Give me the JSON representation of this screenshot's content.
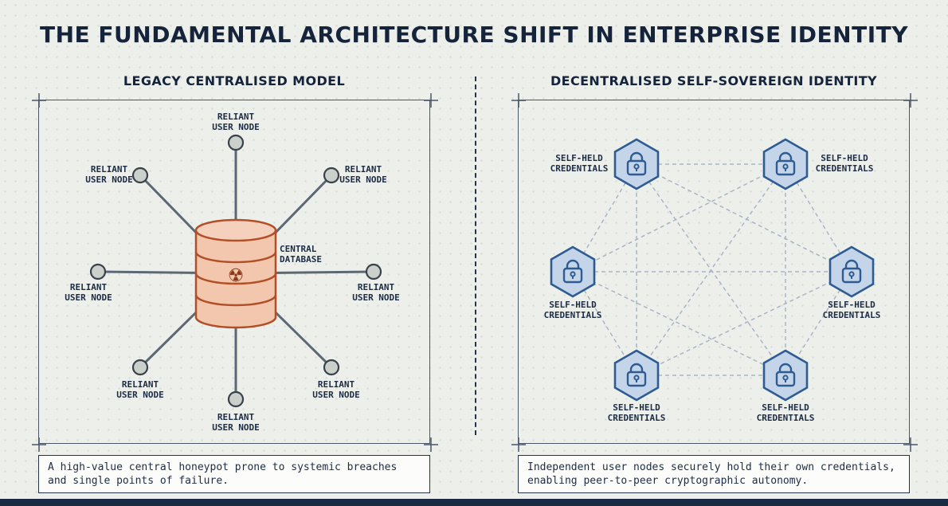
{
  "title": "THE FUNDAMENTAL ARCHITECTURE SHIFT IN ENTERPRISE IDENTITY",
  "left_panel": {
    "heading": "LEGACY CENTRALISED MODEL",
    "hub_label": "CENTRAL\nDATABASE",
    "node_label": "RELIANT\nUSER NODE",
    "node_count": 8,
    "caption": "A high-value central honeypot prone to systemic breaches\nand single points of failure."
  },
  "right_panel": {
    "heading": "DECENTRALISED SELF-SOVEREIGN IDENTITY",
    "node_label": "SELF-HELD\nCREDENTIALS",
    "node_count": 6,
    "caption": "Independent user nodes securely hold their own credentials,\nenabling peer-to-peer cryptographic autonomy."
  },
  "icons": {
    "radiation": "☢",
    "lock": "padlock-icon"
  },
  "colors": {
    "background": "#edefeb",
    "ink_navy": "#15233b",
    "database_orange_stroke": "#b24f27",
    "database_orange_fill": "#f3c7ae",
    "node_gray_fill": "#cbd0ca",
    "hexagon_blue_stroke": "#2d5b92",
    "hexagon_blue_fill": "#c5d5e9"
  }
}
